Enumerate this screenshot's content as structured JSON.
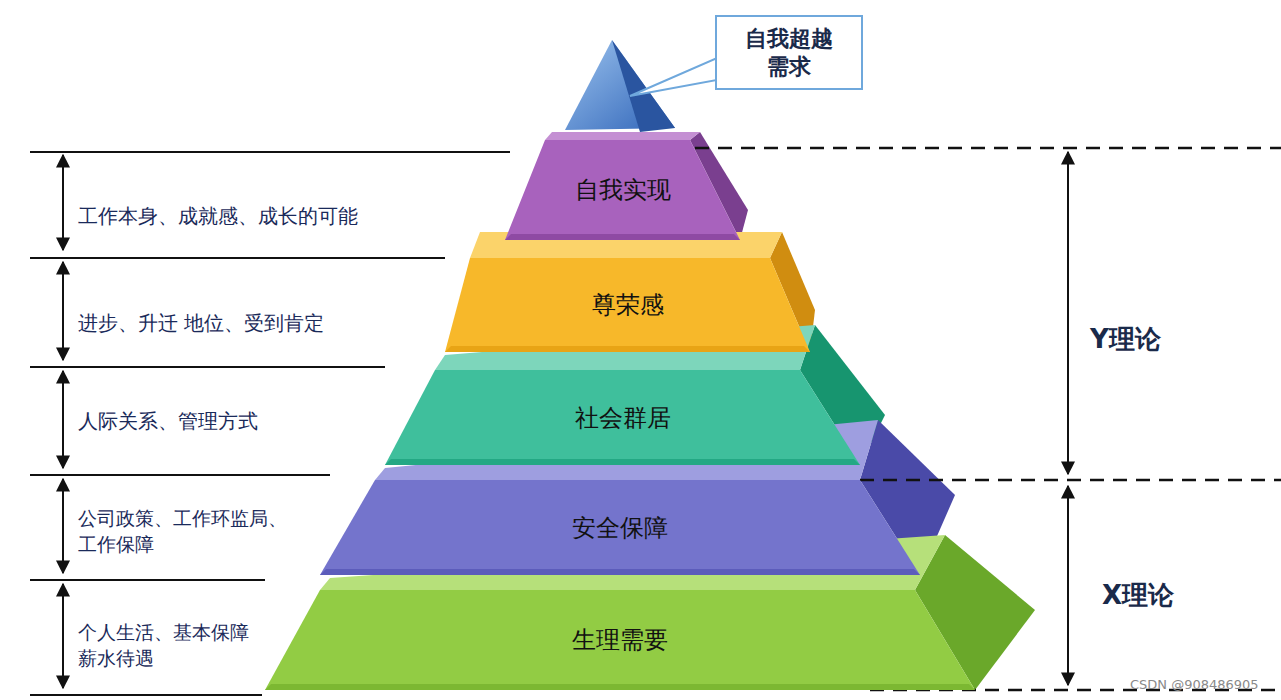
{
  "diagram": {
    "nodes": [
      {
        "text": [
          "自我超越 需求"
        ]
      },
      {
        "text": [
          "自我实现"
        ]
      },
      {
        "text": [
          "尊荣感"
        ]
      },
      {
        "text": [
          "社会群居"
        ]
      },
      {
        "text": [
          "安全保障"
        ]
      },
      {
        "text": [
          "生理需要"
        ]
      }
    ],
    "labels": [
      "工作本身、成就感、成长的可能",
      "进步、升迁 地位、受到肯定",
      "人际关系、管理方式",
      "公司政策、工作环监局、 工作保障",
      "个人生活、基本保障 薪水待遇",
      "Y理论",
      "X理论",
      "CSDN @908486905"
    ]
  }
}
